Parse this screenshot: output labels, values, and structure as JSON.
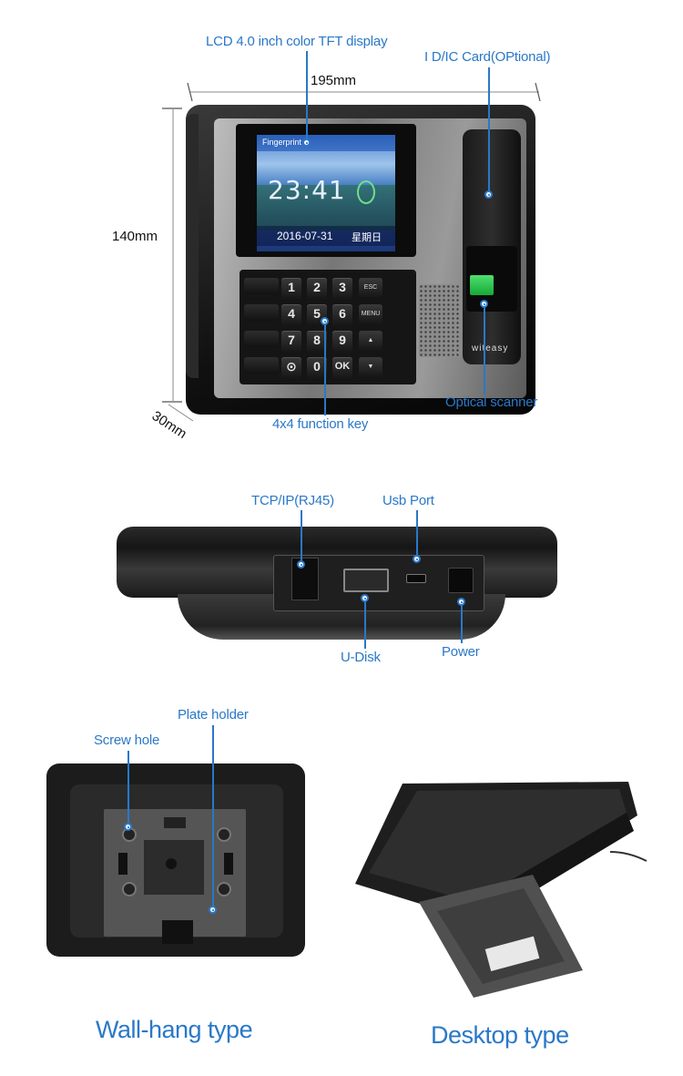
{
  "top_view": {
    "labels": {
      "lcd": "LCD 4.0 inch color TFT display",
      "card": "I D/IC Card(OPtional)",
      "scanner": "Optical scanner",
      "keypad": "4x4 function key"
    },
    "dimensions": {
      "width": "195mm",
      "height": "140mm",
      "depth": "30mm"
    },
    "screen": {
      "header": "Fingerprint",
      "time": "23:41",
      "date": "2016-07-31",
      "weekday": "星期日"
    },
    "keypad_keys": [
      "1",
      "2",
      "3",
      "ESC",
      "4",
      "5",
      "6",
      "MENU",
      "7",
      "8",
      "9",
      "▲",
      "⊙",
      "0",
      "OK",
      "▼"
    ],
    "brand": "witeasy"
  },
  "side_view": {
    "labels": {
      "tcp": "TCP/IP(RJ45)",
      "usb": "Usb Port",
      "udisk": "U-Disk",
      "power": "Power"
    }
  },
  "back_view": {
    "labels": {
      "plate": "Plate holder",
      "screw": "Screw hole",
      "wall": "Wall-hang type",
      "desk": "Desktop type"
    }
  },
  "colors": {
    "accent": "#2a78c8",
    "device": "#1c1c1c"
  }
}
